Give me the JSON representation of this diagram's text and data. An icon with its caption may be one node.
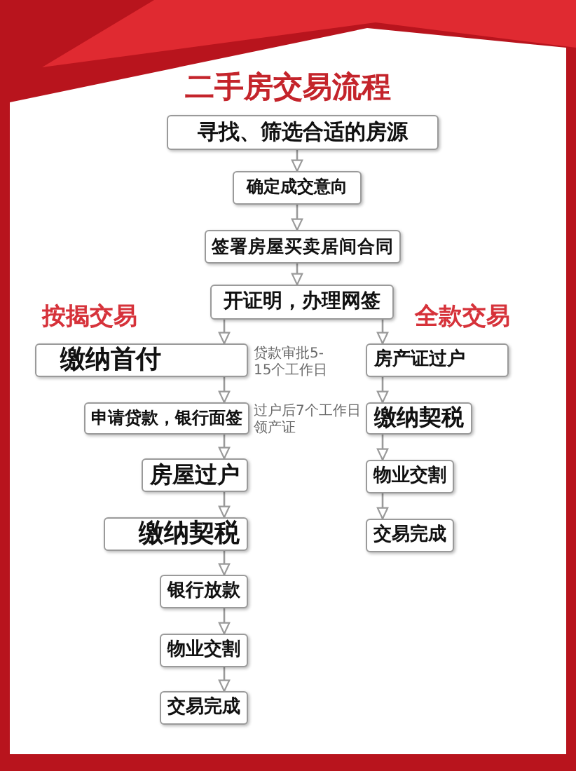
{
  "diagram": {
    "title": "二手房交易流程",
    "nodes": [
      {
        "text": [
          "寻找、筛选合适的房源"
        ]
      },
      {
        "text": [
          "确定成交意向"
        ]
      },
      {
        "text": [
          "签署房屋买卖居间合同"
        ]
      },
      {
        "text": [
          "开证明，办理网签"
        ]
      },
      {
        "text": [
          "缴纳首付"
        ]
      },
      {
        "text": [
          "房产证过户"
        ]
      },
      {
        "text": [
          "申请贷款，银行面签"
        ]
      },
      {
        "text": [
          "缴纳契税"
        ]
      },
      {
        "text": [
          "房屋过户"
        ]
      },
      {
        "text": [
          "物业交割"
        ]
      },
      {
        "text": [
          "缴纳契税"
        ]
      },
      {
        "text": [
          "交易完成"
        ]
      },
      {
        "text": [
          "银行放款"
        ]
      },
      {
        "text": [
          "物业交割"
        ]
      },
      {
        "text": [
          "交易完成"
        ]
      }
    ],
    "edges": [
      {
        "from": 0,
        "to": 1,
        "arrow": "to"
      },
      {
        "from": 1,
        "to": 2,
        "arrow": "to"
      },
      {
        "from": 2,
        "to": 3,
        "arrow": "to"
      },
      {
        "from": 3,
        "to": 4,
        "arrow": "to"
      },
      {
        "from": 3,
        "to": 5,
        "arrow": "to"
      },
      {
        "from": 4,
        "to": 6,
        "arrow": "to"
      },
      {
        "from": 5,
        "to": 7,
        "arrow": "to"
      },
      {
        "from": 6,
        "to": 8,
        "arrow": "to"
      },
      {
        "from": 7,
        "to": 9,
        "arrow": "to"
      },
      {
        "from": 8,
        "to": 10,
        "arrow": "to"
      },
      {
        "from": 9,
        "to": 11,
        "arrow": "to"
      },
      {
        "from": 10,
        "to": 12,
        "arrow": "to"
      },
      {
        "from": 12,
        "to": 13,
        "arrow": "to"
      },
      {
        "from": 13,
        "to": 14,
        "arrow": "to"
      }
    ],
    "labels": [
      "按揭交易",
      "全款交易",
      "贷款审批5-15个工作日",
      "过户后7个工作日领产证"
    ]
  }
}
